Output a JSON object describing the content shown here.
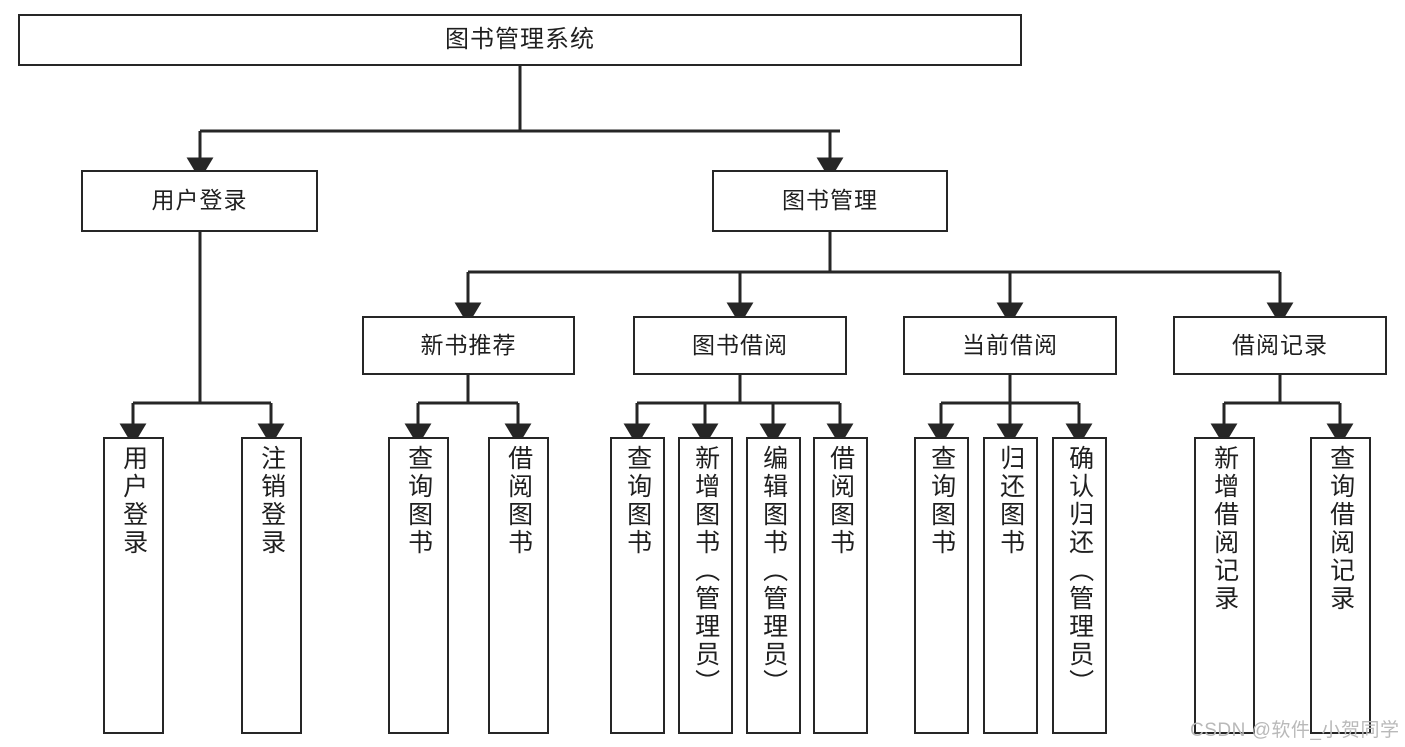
{
  "diagram": {
    "title": "图书管理系统",
    "type": "tree-hierarchy-chart",
    "watermark": "CSDN @软件_小贺同学",
    "colors": {
      "box_border": "#262626",
      "box_fill": "#ffffff",
      "edge": "#262626",
      "text": "#1f1f1f",
      "watermark": "#b9b9b9"
    },
    "nodes": {
      "root": {
        "label": "图书管理系统"
      },
      "level1": [
        {
          "id": "user-login",
          "label": "用户登录"
        },
        {
          "id": "book-management",
          "label": "图书管理"
        }
      ],
      "level2": [
        {
          "id": "new-book-recommend",
          "label": "新书推荐"
        },
        {
          "id": "book-borrow",
          "label": "图书借阅"
        },
        {
          "id": "current-borrow",
          "label": "当前借阅"
        },
        {
          "id": "borrow-record",
          "label": "借阅记录"
        }
      ],
      "leaves": {
        "user-login": [
          {
            "id": "leaf-user-login",
            "label": "用户登录"
          },
          {
            "id": "leaf-logout",
            "label": "注销登录"
          }
        ],
        "new-book-recommend": [
          {
            "id": "leaf-query-book-1",
            "label": "查询图书"
          },
          {
            "id": "leaf-borrow-book-1",
            "label": "借阅图书"
          }
        ],
        "book-borrow": [
          {
            "id": "leaf-query-book-2",
            "label": "查询图书"
          },
          {
            "id": "leaf-add-book",
            "label": "新增图书（管理员）"
          },
          {
            "id": "leaf-edit-book",
            "label": "编辑图书（管理员）"
          },
          {
            "id": "leaf-borrow-book-2",
            "label": "借阅图书"
          }
        ],
        "current-borrow": [
          {
            "id": "leaf-query-book-3",
            "label": "查询图书"
          },
          {
            "id": "leaf-return-book",
            "label": "归还图书"
          },
          {
            "id": "leaf-confirm-return",
            "label": "确认归还（管理员）"
          }
        ],
        "borrow-record": [
          {
            "id": "leaf-add-record",
            "label": "新增借阅记录"
          },
          {
            "id": "leaf-query-record",
            "label": "查询借阅记录"
          }
        ]
      }
    }
  }
}
